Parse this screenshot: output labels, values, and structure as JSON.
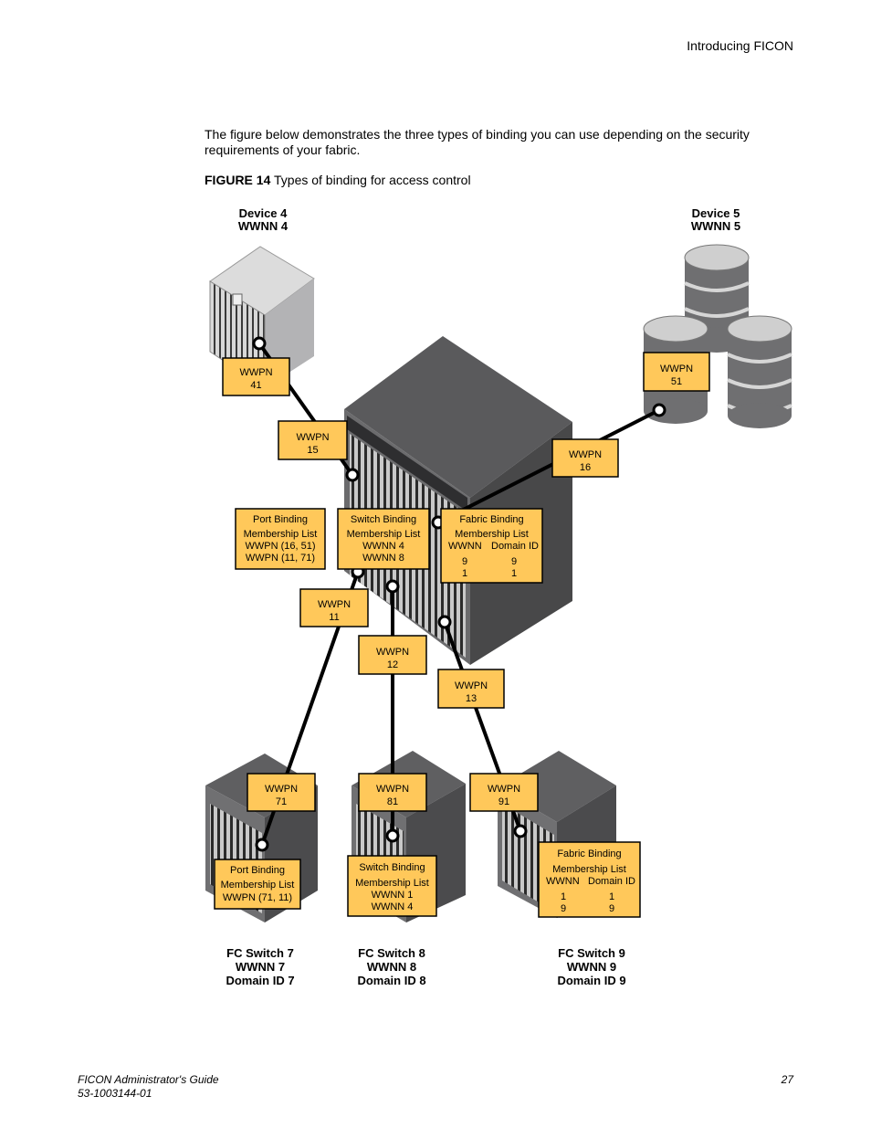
{
  "header": {
    "section_title": "Introducing FICON"
  },
  "body": {
    "intro_line1": "The figure below demonstrates the three types of binding you can use depending on the security",
    "intro_line2": "requirements of your fabric."
  },
  "figure": {
    "number_label": "FIGURE 14",
    "caption": "Types of binding for access control",
    "devices": {
      "device4": [
        "Device 4",
        "WWNN 4"
      ],
      "device5": [
        "Device 5",
        "WWNN 5"
      ],
      "switch7": [
        "FC Switch 7",
        "WWNN 7",
        "Domain ID 7"
      ],
      "switch8": [
        "FC Switch 8",
        "WWNN 8",
        "Domain ID 8"
      ],
      "switch9": [
        "FC Switch 9",
        "WWNN 9",
        "Domain ID 9"
      ]
    },
    "wwpn_label": "WWPN",
    "wwpn_values": {
      "p41": "41",
      "p15": "15",
      "p51": "51",
      "p16": "16",
      "p11": "11",
      "p12": "12",
      "p13": "13",
      "p71": "71",
      "p81": "81",
      "p91": "91"
    },
    "binding_boxes": {
      "port_main": [
        "Port Binding",
        "Membership List",
        "WWPN (16, 51)",
        "WWPN (11, 71)"
      ],
      "switch_main": [
        "Switch Binding",
        "Membership List",
        "WWNN 4",
        "WWNN 8"
      ],
      "fabric_main": {
        "title": "Fabric Binding",
        "subtitle": "Membership List",
        "col1": "WWNN",
        "col2": "Domain ID",
        "rows": [
          [
            "9",
            "9"
          ],
          [
            "1",
            "1"
          ]
        ]
      },
      "port_sw7": [
        "Port Binding",
        "Membership List",
        "WWPN (71, 11)"
      ],
      "switch_sw8": [
        "Switch Binding",
        "Membership List",
        "WWNN 1",
        "WWNN 4"
      ],
      "fabric_sw9": {
        "title": "Fabric Binding",
        "subtitle": "Membership List",
        "col1": "WWNN",
        "col2": "Domain ID",
        "rows": [
          [
            "1",
            "1"
          ],
          [
            "9",
            "9"
          ]
        ]
      }
    }
  },
  "footer": {
    "doc_title": "FICON Administrator's Guide",
    "doc_number": "53-1003144-01",
    "page_number": "27"
  },
  "colors": {
    "label_fill": "#FFC85A",
    "device_dark": "#5e5e60",
    "device_light": "#a9a9ab"
  }
}
